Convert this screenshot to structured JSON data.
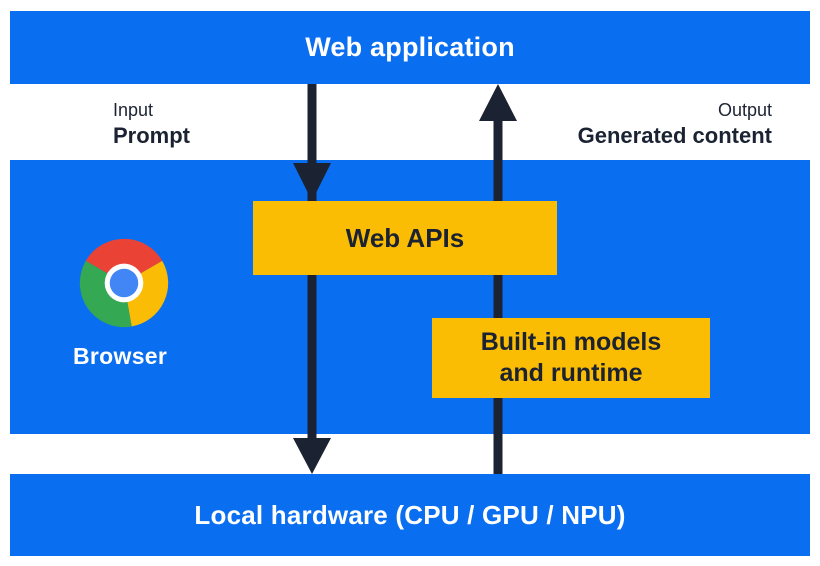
{
  "layers": {
    "web_application": {
      "label": "Web application"
    },
    "browser": {
      "label": "Browser"
    },
    "local_hardware": {
      "label": "Local hardware (CPU / GPU / NPU)"
    }
  },
  "io": {
    "input_caption": "Input",
    "input_label": "Prompt",
    "output_caption": "Output",
    "output_label": "Generated content"
  },
  "components": {
    "web_apis_label": "Web APIs",
    "builtin_models_line1": "Built-in models",
    "builtin_models_line2": "and runtime"
  },
  "arrows": {
    "input_flow": {
      "direction": "down",
      "from": "Web application",
      "to": "Local hardware (CPU / GPU / NPU)",
      "via": "Web APIs"
    },
    "output_flow": {
      "direction": "up",
      "from": "Local hardware (CPU / GPU / NPU)",
      "to": "Web application",
      "via": "Built-in models and runtime"
    }
  },
  "colors": {
    "primary_blue": "#0a6ef0",
    "accent_yellow": "#fbbc04",
    "arrow_navy": "#1b2333",
    "chrome_red": "#ea4335",
    "chrome_yellow": "#fbbc05",
    "chrome_green": "#34a853",
    "chrome_blue": "#4285f4",
    "background": "#ffffff"
  }
}
